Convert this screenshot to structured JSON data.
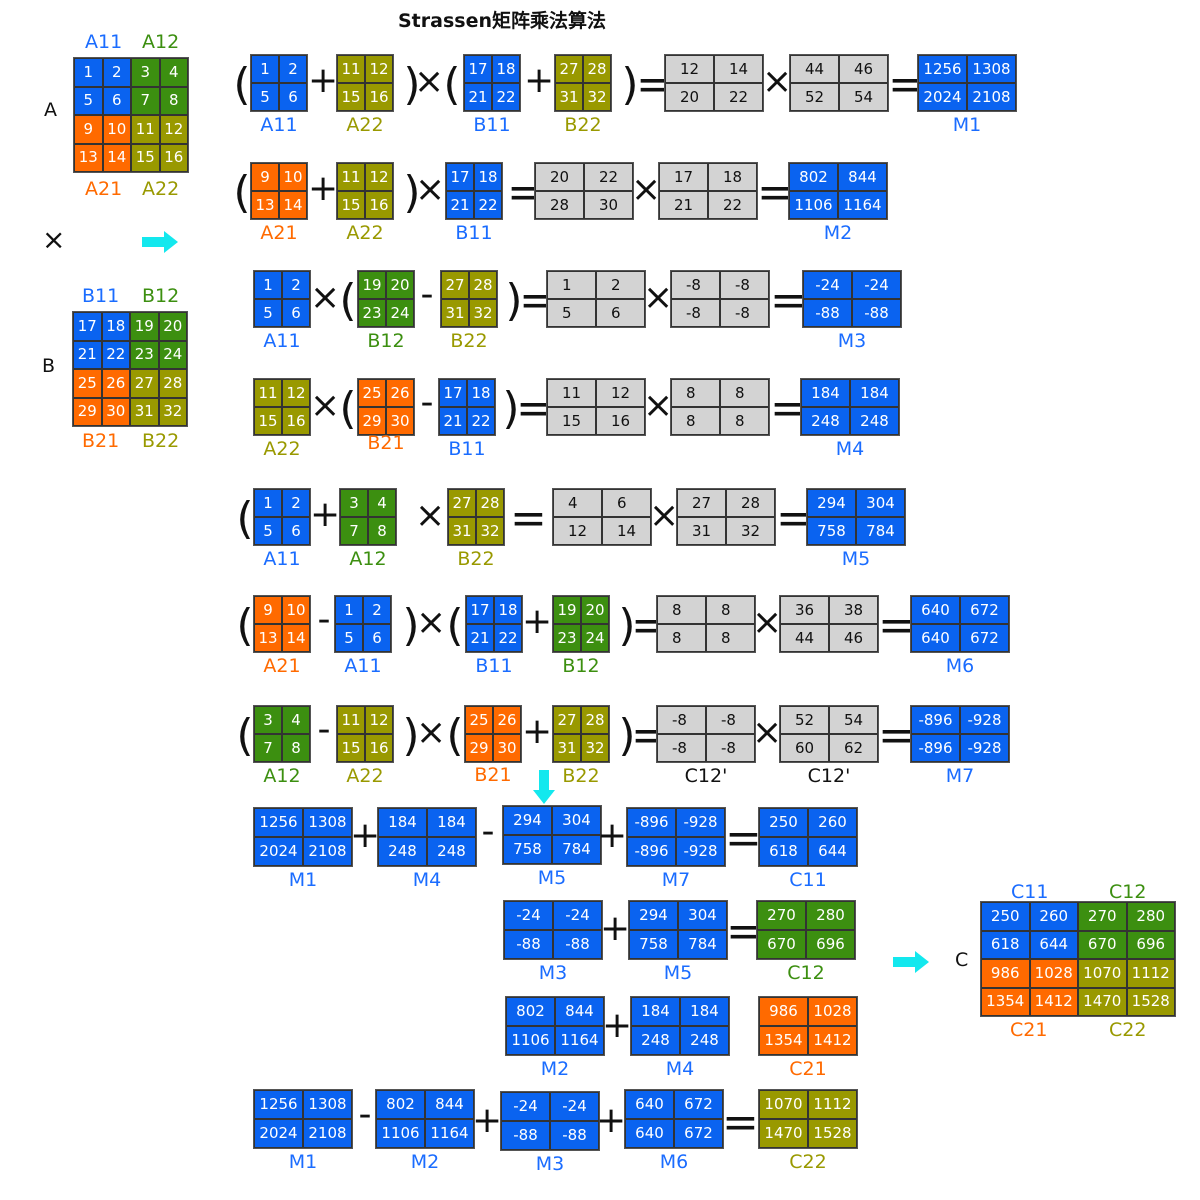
{
  "title": "Strassen矩阵乘法算法",
  "colors": {
    "blue": "#0a63f0",
    "green": "#3c8f10",
    "orange": "#ff6a00",
    "olive": "#999900",
    "gray": "#d3d3d3",
    "arrow": "#13e8ee",
    "blue_text": "#1a6cff",
    "green_text": "#3c8f10",
    "orange_text": "#ff6a00",
    "olive_text": "#999900"
  },
  "matrix_A": {
    "name": "A",
    "block_labels": [
      "A11",
      "A12",
      "A21",
      "A22"
    ],
    "values": [
      [
        1,
        2,
        3,
        4
      ],
      [
        5,
        6,
        7,
        8
      ],
      [
        9,
        10,
        11,
        12
      ],
      [
        13,
        14,
        15,
        16
      ]
    ]
  },
  "multiply_sign": "×",
  "matrix_B": {
    "name": "B",
    "block_labels": [
      "B11",
      "B12",
      "B21",
      "B22"
    ],
    "values": [
      [
        17,
        18,
        19,
        20
      ],
      [
        21,
        22,
        23,
        24
      ],
      [
        25,
        26,
        27,
        28
      ],
      [
        29,
        30,
        31,
        32
      ]
    ]
  },
  "matrix_C": {
    "name": "C",
    "block_labels": [
      "C11",
      "C12",
      "C21",
      "C22"
    ],
    "values": [
      [
        250,
        260,
        270,
        280
      ],
      [
        618,
        644,
        670,
        696
      ],
      [
        986,
        1028,
        1070,
        1112
      ],
      [
        1354,
        1412,
        1470,
        1528
      ]
    ]
  },
  "equations": {
    "m1": {
      "terms": [
        {
          "label": "A11",
          "values": [
            "1",
            "2",
            "5",
            "6"
          ]
        },
        {
          "label": "A22",
          "values": [
            "11",
            "12",
            "15",
            "16"
          ]
        },
        {
          "label": "B11",
          "values": [
            "17",
            "18",
            "21",
            "22"
          ]
        },
        {
          "label": "B22",
          "values": [
            "27",
            "28",
            "31",
            "32"
          ]
        },
        {
          "label": "",
          "values": [
            "12",
            "14",
            "20",
            "22"
          ]
        },
        {
          "label": "",
          "values": [
            "44",
            "46",
            "52",
            "54"
          ]
        },
        {
          "label": "M1",
          "values": [
            "1256",
            "1308",
            "2024",
            "2108"
          ]
        }
      ]
    },
    "m2": {
      "terms": [
        {
          "label": "A21",
          "values": [
            "9",
            "10",
            "13",
            "14"
          ]
        },
        {
          "label": "A22",
          "values": [
            "11",
            "12",
            "15",
            "16"
          ]
        },
        {
          "label": "B11",
          "values": [
            "17",
            "18",
            "21",
            "22"
          ]
        },
        {
          "label": "",
          "values": [
            "20",
            "22",
            "28",
            "30"
          ]
        },
        {
          "label": "",
          "values": [
            "17",
            "18",
            "21",
            "22"
          ]
        },
        {
          "label": "M2",
          "values": [
            "802",
            "844",
            "1106",
            "1164"
          ]
        }
      ]
    },
    "m3": {
      "terms": [
        {
          "label": "A11",
          "values": [
            "1",
            "2",
            "5",
            "6"
          ]
        },
        {
          "label": "B12",
          "values": [
            "19",
            "20",
            "23",
            "24"
          ]
        },
        {
          "label": "B22",
          "values": [
            "27",
            "28",
            "31",
            "32"
          ]
        },
        {
          "label": "",
          "values": [
            "1",
            "2",
            "5",
            "6"
          ]
        },
        {
          "label": "",
          "values": [
            "-8",
            "-8",
            "-8",
            "-8"
          ]
        },
        {
          "label": "M3",
          "values": [
            "-24",
            "-24",
            "-88",
            "-88"
          ]
        }
      ]
    },
    "m4": {
      "terms": [
        {
          "label": "A22",
          "values": [
            "11",
            "12",
            "15",
            "16"
          ]
        },
        {
          "label": "B21",
          "values": [
            "25",
            "26",
            "29",
            "30"
          ]
        },
        {
          "label": "B11",
          "values": [
            "17",
            "18",
            "21",
            "22"
          ]
        },
        {
          "label": "",
          "values": [
            "11",
            "12",
            "15",
            "16"
          ]
        },
        {
          "label": "",
          "values": [
            "8",
            "8",
            "8",
            "8"
          ]
        },
        {
          "label": "M4",
          "values": [
            "184",
            "184",
            "248",
            "248"
          ]
        }
      ]
    },
    "m5": {
      "terms": [
        {
          "label": "A11",
          "values": [
            "1",
            "2",
            "5",
            "6"
          ]
        },
        {
          "label": "A12",
          "values": [
            "3",
            "4",
            "7",
            "8"
          ]
        },
        {
          "label": "B22",
          "values": [
            "27",
            "28",
            "31",
            "32"
          ]
        },
        {
          "label": "",
          "values": [
            "4",
            "6",
            "12",
            "14"
          ]
        },
        {
          "label": "",
          "values": [
            "27",
            "28",
            "31",
            "32"
          ]
        },
        {
          "label": "M5",
          "values": [
            "294",
            "304",
            "758",
            "784"
          ]
        }
      ]
    },
    "m6": {
      "terms": [
        {
          "label": "A21",
          "values": [
            "9",
            "10",
            "13",
            "14"
          ]
        },
        {
          "label": "A11",
          "values": [
            "1",
            "2",
            "5",
            "6"
          ]
        },
        {
          "label": "B11",
          "values": [
            "17",
            "18",
            "21",
            "22"
          ]
        },
        {
          "label": "B12",
          "values": [
            "19",
            "20",
            "23",
            "24"
          ]
        },
        {
          "label": "",
          "values": [
            "8",
            "8",
            "8",
            "8"
          ]
        },
        {
          "label": "",
          "values": [
            "36",
            "38",
            "44",
            "46"
          ]
        },
        {
          "label": "M6",
          "values": [
            "640",
            "672",
            "640",
            "672"
          ]
        }
      ]
    },
    "m7": {
      "terms": [
        {
          "label": "A12",
          "values": [
            "3",
            "4",
            "7",
            "8"
          ]
        },
        {
          "label": "A22",
          "values": [
            "11",
            "12",
            "15",
            "16"
          ]
        },
        {
          "label": "B21",
          "values": [
            "25",
            "26",
            "29",
            "30"
          ]
        },
        {
          "label": "B22",
          "values": [
            "27",
            "28",
            "31",
            "32"
          ]
        },
        {
          "label": "C12'",
          "values": [
            "-8",
            "-8",
            "-8",
            "-8"
          ]
        },
        {
          "label": "C12'",
          "values": [
            "52",
            "54",
            "60",
            "62"
          ]
        },
        {
          "label": "M7",
          "values": [
            "-896",
            "-928",
            "-896",
            "-928"
          ]
        }
      ]
    },
    "c11": {
      "terms": [
        {
          "label": "M1",
          "values": [
            "1256",
            "1308",
            "2024",
            "2108"
          ]
        },
        {
          "label": "M4",
          "values": [
            "184",
            "184",
            "248",
            "248"
          ]
        },
        {
          "label": "M5",
          "values": [
            "294",
            "304",
            "758",
            "784"
          ]
        },
        {
          "label": "M7",
          "values": [
            "-896",
            "-928",
            "-896",
            "-928"
          ]
        },
        {
          "label": "C11",
          "values": [
            "250",
            "260",
            "618",
            "644"
          ]
        }
      ]
    },
    "c12": {
      "terms": [
        {
          "label": "M3",
          "values": [
            "-24",
            "-24",
            "-88",
            "-88"
          ]
        },
        {
          "label": "M5",
          "values": [
            "294",
            "304",
            "758",
            "784"
          ]
        },
        {
          "label": "C12",
          "values": [
            "270",
            "280",
            "670",
            "696"
          ]
        }
      ]
    },
    "c21": {
      "terms": [
        {
          "label": "M2",
          "values": [
            "802",
            "844",
            "1106",
            "1164"
          ]
        },
        {
          "label": "M4",
          "values": [
            "184",
            "184",
            "248",
            "248"
          ]
        },
        {
          "label": "C21",
          "values": [
            "986",
            "1028",
            "1354",
            "1412"
          ]
        }
      ]
    },
    "c22": {
      "terms": [
        {
          "label": "M1",
          "values": [
            "1256",
            "1308",
            "2024",
            "2108"
          ]
        },
        {
          "label": "M2",
          "values": [
            "802",
            "844",
            "1106",
            "1164"
          ]
        },
        {
          "label": "M3",
          "values": [
            "-24",
            "-24",
            "-88",
            "-88"
          ]
        },
        {
          "label": "M6",
          "values": [
            "640",
            "672",
            "640",
            "672"
          ]
        },
        {
          "label": "C22",
          "values": [
            "1070",
            "1112",
            "1470",
            "1528"
          ]
        }
      ]
    }
  }
}
